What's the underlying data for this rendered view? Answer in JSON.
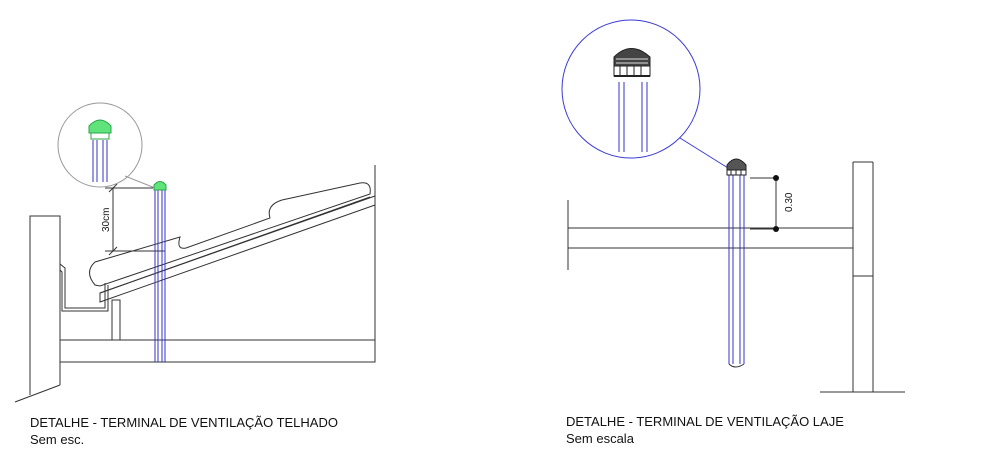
{
  "left_detail": {
    "title": "DETALHE - TERMINAL DE VENTILAÇÃO TELHADO",
    "subtitle": "Sem esc.",
    "dimension": "30cm",
    "terminal_color": "#5fe37a"
  },
  "right_detail": {
    "title": "DETALHE - TERMINAL DE VENTILAÇÃO LAJE",
    "subtitle": "Sem escala",
    "dimension": "0.30"
  },
  "colors": {
    "line": "#222222",
    "pipe": "#3333cc",
    "callout": "#3a3ad6"
  }
}
